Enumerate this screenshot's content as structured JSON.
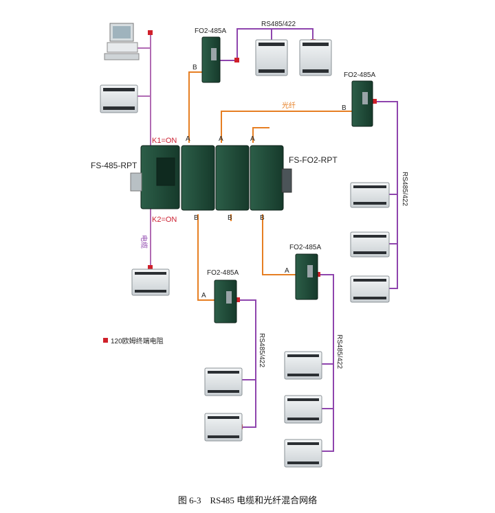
{
  "labels": {
    "fs485rpt": "FS-485-RPT",
    "fsfo2rpt": "FS-FO2-RPT",
    "fo2_top": "FO2-485A",
    "fo2_right": "FO2-485A",
    "fo2_bottom_left": "FO2-485A",
    "fo2_bottom_mid": "FO2-485A",
    "rs_top": "RS485/422",
    "rs_right": "RS485/422",
    "rs_bottom_left": "RS485/422",
    "rs_bottom_mid": "RS485/422",
    "guangxian": "光纤",
    "dianlan": "电缆",
    "k1": "K1=ON",
    "k2": "K2=ON",
    "port_a": "A",
    "port_b": "B"
  },
  "legend": {
    "text": "120欧姆终端电阻"
  },
  "caption": {
    "figure": "图 6-3",
    "title": "RS485 电缆和光纤混合网络"
  },
  "colors": {
    "rs485_line": "#8e44ad",
    "fiber_line": "#e67e22",
    "cable_line": "#b06ab3",
    "terminator": "#d0202a",
    "module_green": "#1f4d3a",
    "device_body": "#dfe3e6"
  }
}
